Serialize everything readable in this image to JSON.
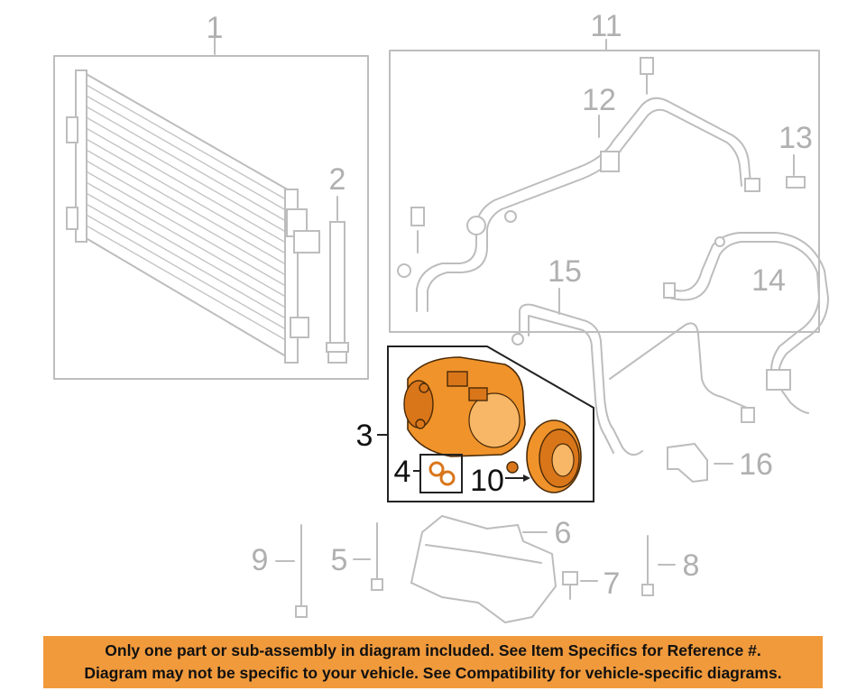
{
  "callouts": {
    "c1": "1",
    "c2": "2",
    "c3": "3",
    "c4": "4",
    "c5": "5",
    "c6": "6",
    "c7": "7",
    "c8": "8",
    "c9": "9",
    "c10": "10",
    "c11": "11",
    "c12": "12",
    "c13": "13",
    "c14": "14",
    "c15": "15",
    "c16": "16"
  },
  "notice": {
    "line1": "Only one part or sub-assembly in diagram included. See Item Specifics for Reference #.",
    "line2": "Diagram may not be specific to your vehicle. See Compatibility for vehicle-specific diagrams."
  },
  "colors": {
    "highlight_part": "#f0932b",
    "banner_background": "#f19a3c",
    "line_art": "#bdbdbd"
  }
}
